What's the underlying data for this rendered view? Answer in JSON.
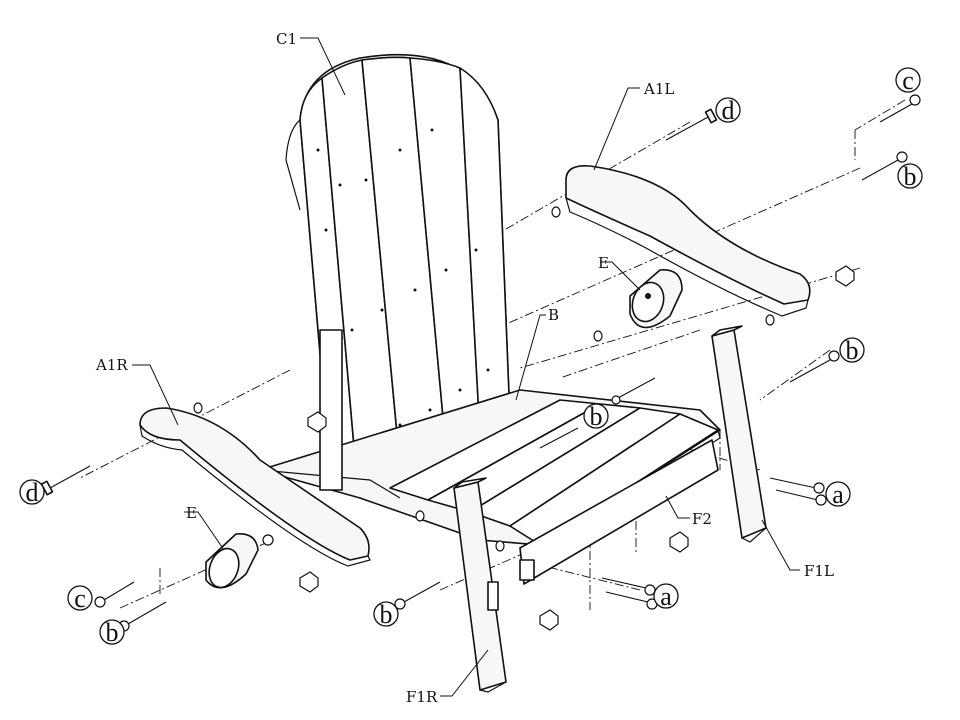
{
  "parts": {
    "C1": "C1",
    "A1L": "A1L",
    "A1R": "A1R",
    "B": "B",
    "E_upper": "E",
    "E_lower": "E",
    "F2": "F2",
    "F1L": "F1L",
    "F1R": "F1R"
  },
  "hardware": {
    "d_top": "d",
    "c_top": "c",
    "b_top": "b",
    "b_right": "b",
    "b_mid": "b",
    "a_right": "a",
    "d_left": "d",
    "c_left": "c",
    "b_left": "b",
    "b_bottom": "b",
    "a_bottom": "a"
  }
}
